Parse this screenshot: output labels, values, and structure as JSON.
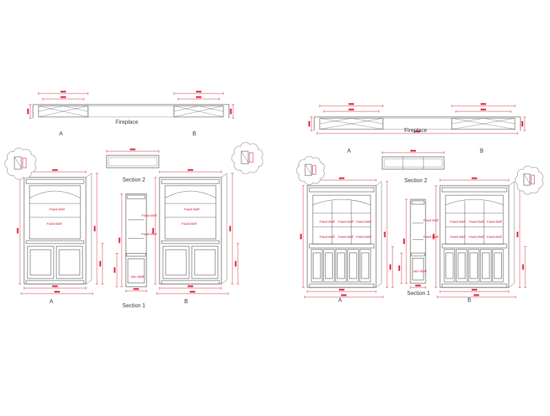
{
  "drawings": [
    {
      "labels": {
        "fireplace": "Fireplace",
        "a": "A",
        "b": "B",
        "section1": "Section 1",
        "section2": "Section 2",
        "fixed_shelf": "Fixed shelf",
        "adj_shelf": "ADJ shelf"
      }
    },
    {
      "labels": {
        "fireplace": "Fireplace",
        "a": "A",
        "b": "B",
        "section1": "Section 1",
        "section2": "Section 2",
        "fixed_shelf": "Fixed shelf",
        "adj_shelf": "ADJ shelf"
      }
    }
  ],
  "colors": {
    "line": "#555555",
    "dimension": "#d0021b",
    "cloud": "#9b9b9b"
  }
}
